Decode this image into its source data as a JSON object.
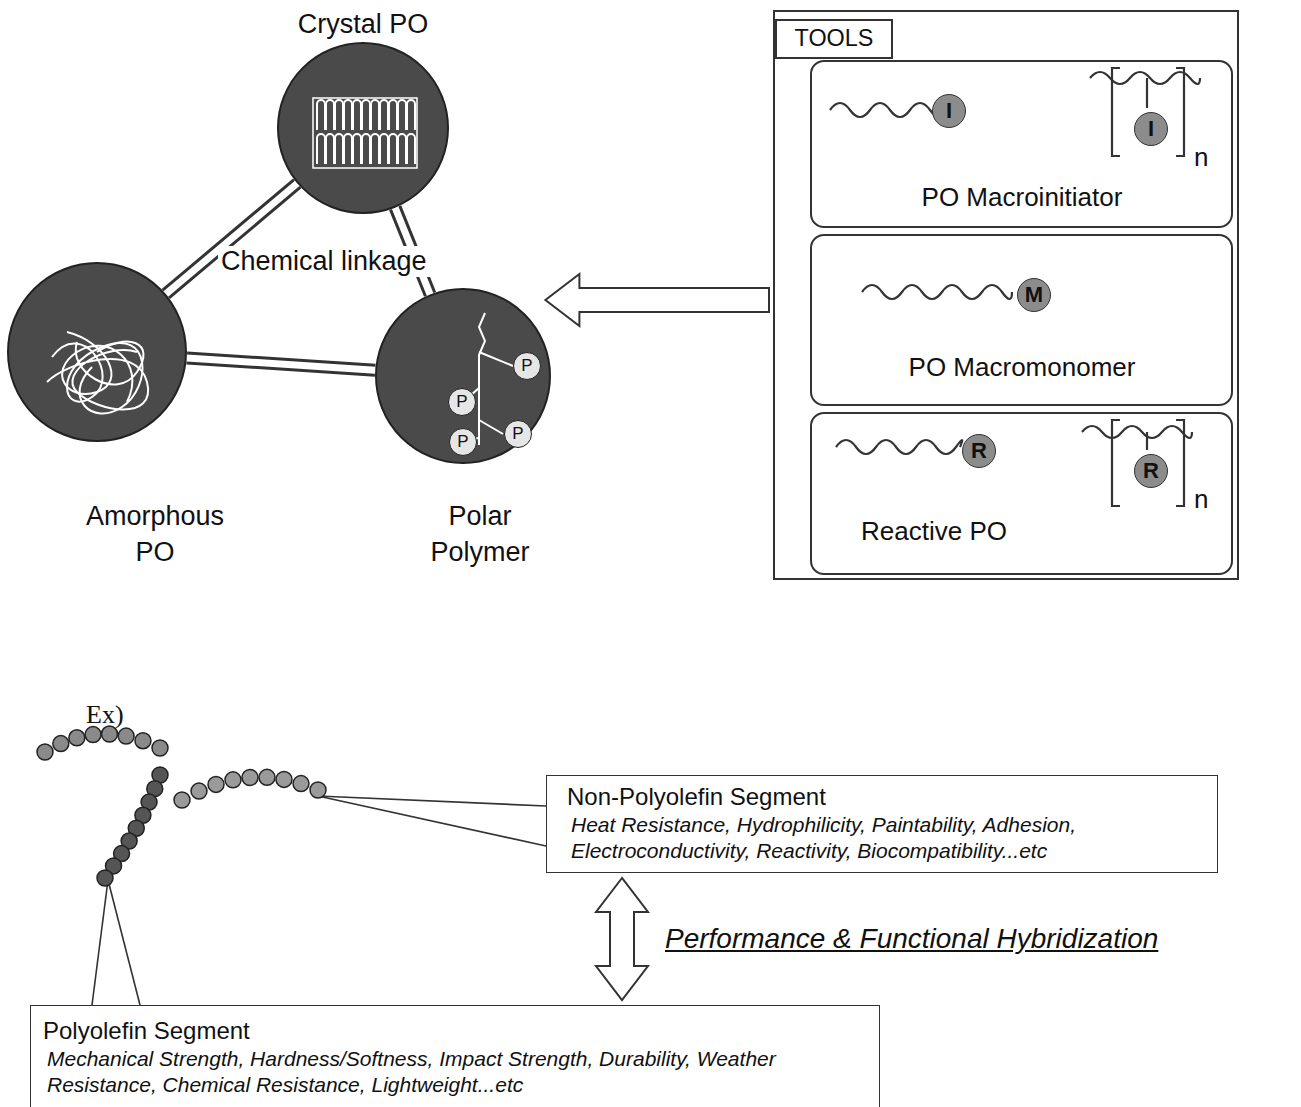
{
  "diagram": {
    "nodes": [
      {
        "text": [
          "Crystal PO"
        ]
      },
      {
        "text": [
          "Amorphous PO"
        ]
      },
      {
        "text": [
          "P",
          "P",
          "P",
          "P",
          "Polar Polymer"
        ]
      },
      {
        "text": [
          "TOOLS"
        ]
      },
      {
        "text": [
          "I",
          "I",
          "n",
          "PO Macroinitiator"
        ],
        "in": 3
      },
      {
        "text": [
          "M",
          "PO Macromonomer"
        ],
        "in": 3
      },
      {
        "text": [
          "R",
          "R",
          "n",
          "Reactive PO"
        ],
        "in": 3
      },
      {
        "text": [
          "Non-Polyolefin Segment",
          "Heat Resistance, Hydrophilicity, Paintability, Adhesion, Electroconductivity, Reactivity, Biocompatibility...etc"
        ]
      },
      {
        "text": [
          "Polyolefin Segment",
          "Mechanical Strength, Hardness/Softness, Impact Strength, Durability, Weather Resistance, Chemical Resistance, Lightweight...etc"
        ]
      }
    ],
    "edges": [
      {
        "from": 0,
        "to": 1,
        "arrow": "none"
      },
      {
        "from": 0,
        "to": 2,
        "arrow": "none"
      },
      {
        "from": 1,
        "to": 2,
        "arrow": "none"
      },
      {
        "from": 3,
        "to": 2,
        "arrow": "to"
      },
      {
        "from": 7,
        "to": 8,
        "arrow": "both"
      }
    ],
    "labels": [
      "Chemical linkage",
      "Ex)",
      "Performance & Functional Hybridization"
    ]
  }
}
